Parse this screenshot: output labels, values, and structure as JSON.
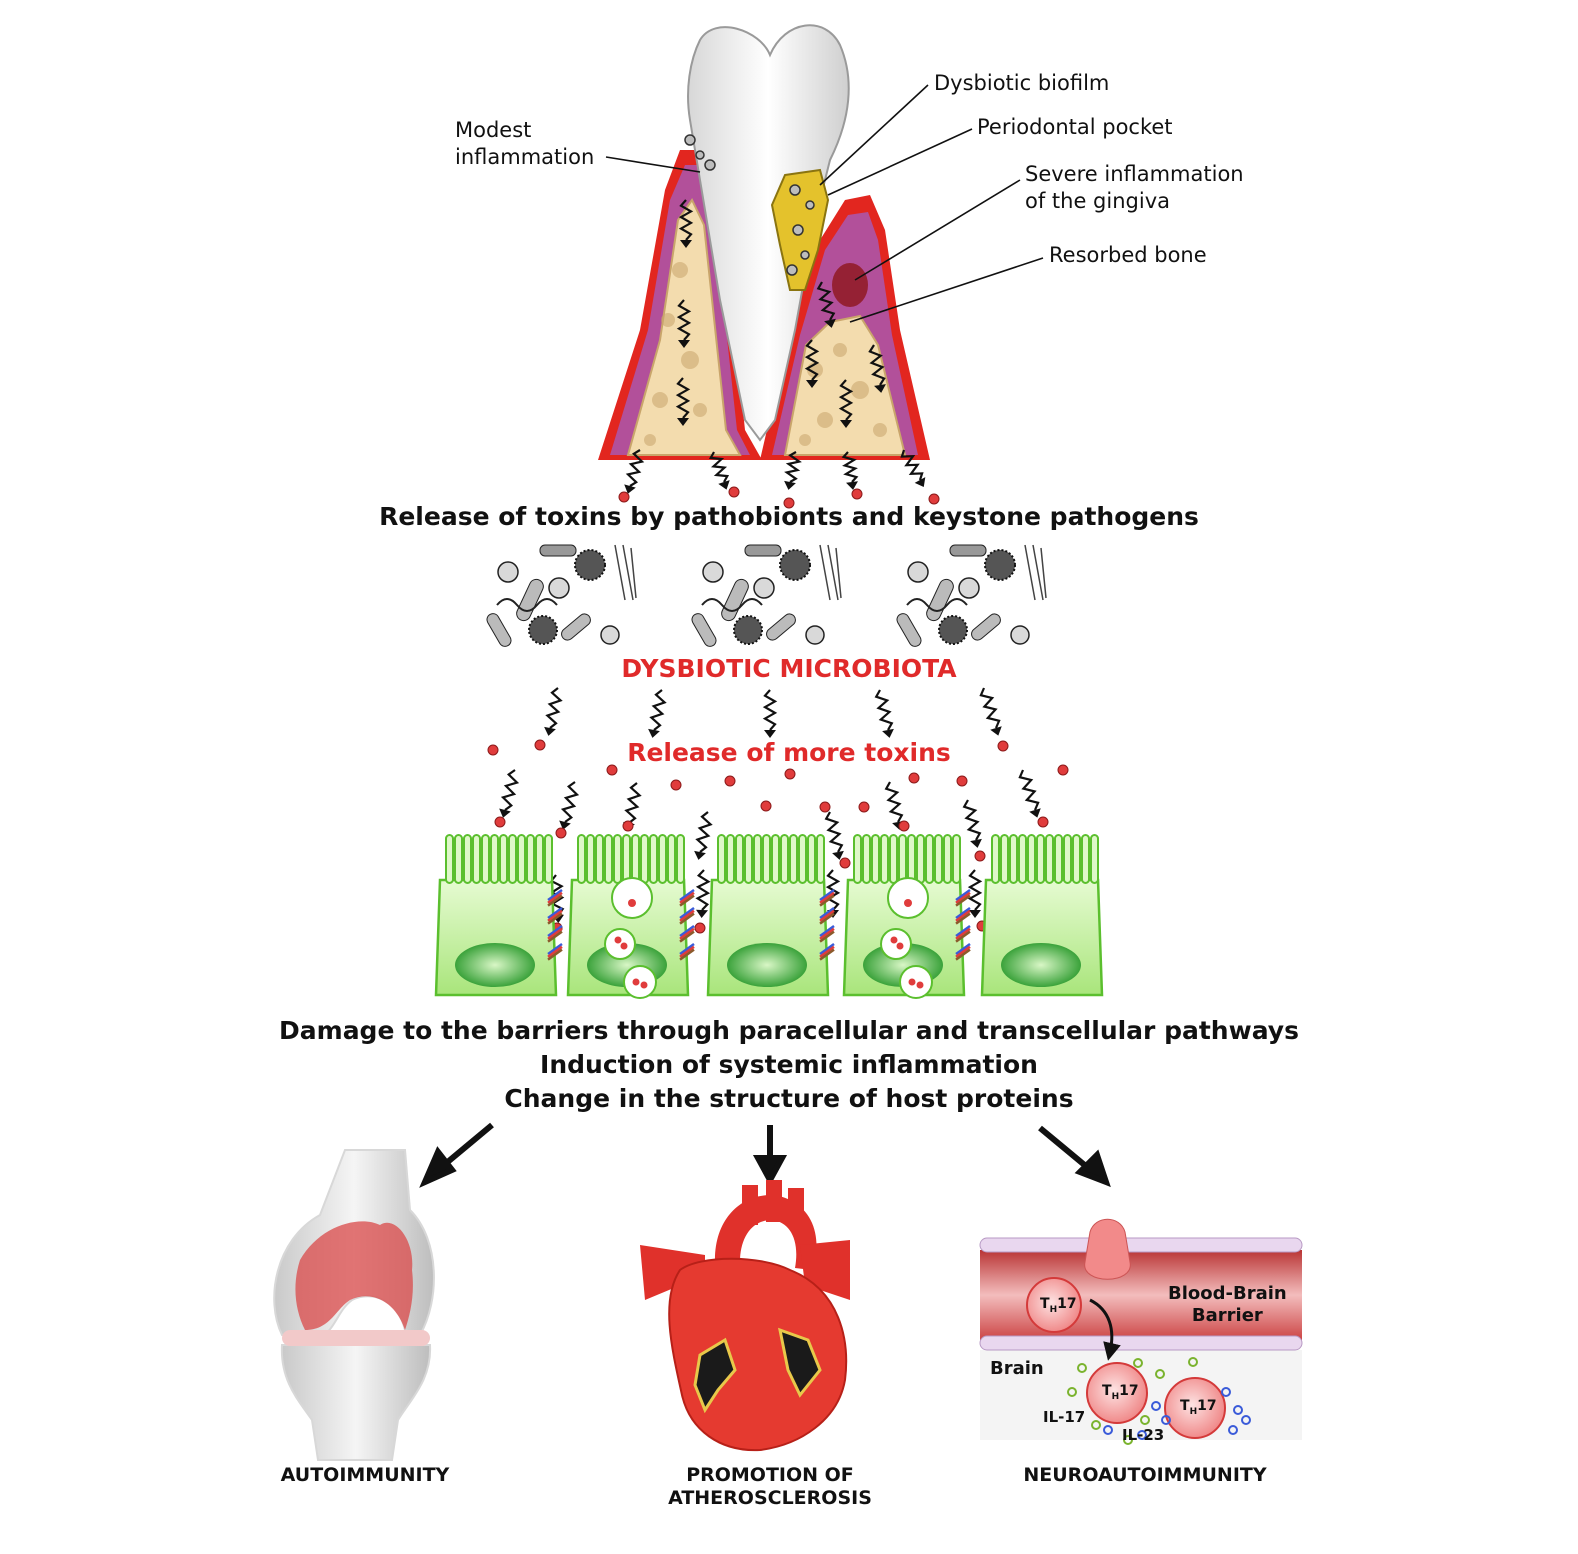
{
  "callouts": {
    "modest_inflammation": [
      "Modest",
      "inflammation"
    ],
    "dysbiotic_biofilm": "Dysbiotic biofilm",
    "periodontal_pocket": "Periodontal pocket",
    "severe_inflammation": [
      "Severe inflammation",
      "of the gingiva"
    ],
    "resorbed_bone": "Resorbed bone"
  },
  "headlines": {
    "release_toxins": "Release of toxins by pathobionts and keystone pathogens",
    "dysbiotic_microbiota": "DYSBIOTIC MICROBIOTA",
    "release_more": "Release of more toxins",
    "damage": "Damage to the barriers through paracellular and transcellular pathways",
    "systemic": "Induction of systemic inflammation",
    "host_proteins": "Change in the structure of host proteins"
  },
  "outcomes": {
    "autoimmunity": "AUTOIMMUNITY",
    "atherosclerosis": [
      "PROMOTION OF",
      "ATHEROSCLEROSIS"
    ],
    "neuro": "NEUROAUTOIMMUNITY"
  },
  "bbb_inset": {
    "barrier": [
      "Blood-Brain",
      "Barrier"
    ],
    "brain": "Brain",
    "th17_main": "T",
    "th17_sub": "H",
    "th17_suffix": "17",
    "il17": "IL-17",
    "il23": "IL-23"
  },
  "colors": {
    "gingiva_red": "#e2261f",
    "gum_purple": "#b2509a",
    "bone": "#f3dcae",
    "cell_green": "#b9ec8f",
    "toxin_red": "#e03c3c",
    "accent_text": "#e02a2a"
  }
}
